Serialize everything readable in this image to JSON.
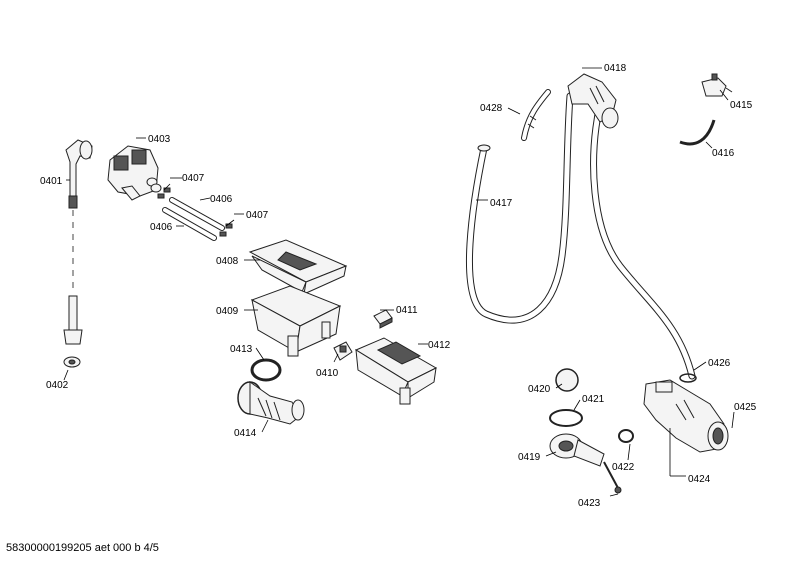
{
  "labels": {
    "p0401": "0401",
    "p0402": "0402",
    "p0403": "0403",
    "p0406a": "0406",
    "p0406b": "0406",
    "p0407a": "0407",
    "p0407b": "0407",
    "p0408": "0408",
    "p0409": "0409",
    "p0410": "0410",
    "p0411": "0411",
    "p0412": "0412",
    "p0413": "0413",
    "p0414": "0414",
    "p0415": "0415",
    "p0416": "0416",
    "p0417": "0417",
    "p0418": "0418",
    "p0419": "0419",
    "p0420": "0420",
    "p0421": "0421",
    "p0422": "0422",
    "p0423": "0423",
    "p0424": "0424",
    "p0425": "0425",
    "p0426": "0426",
    "p0428": "0428"
  },
  "footer": {
    "text": "58300000199205 aet 000 b 4/5"
  }
}
